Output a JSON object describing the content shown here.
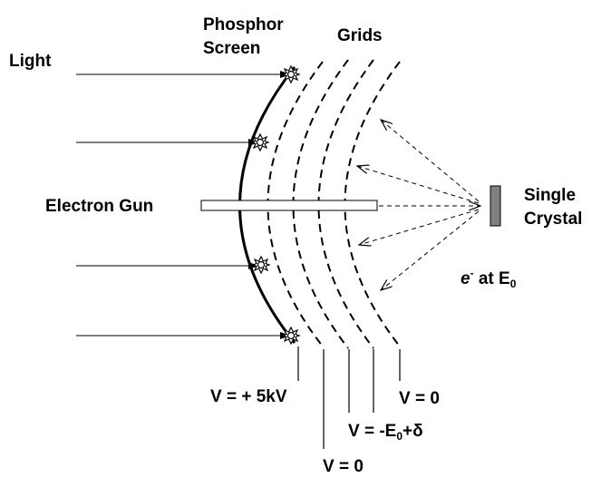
{
  "labels": {
    "light": "Light",
    "phosphor_screen_line1": "Phosphor",
    "phosphor_screen_line2": "Screen",
    "grids": "Grids",
    "electron_gun": "Electron Gun",
    "single_crystal_line1": "Single",
    "single_crystal_line2": "Crystal",
    "electron_beam": {
      "symbol": "e",
      "superscript": "-",
      "middle": " at E",
      "subscript": "0"
    },
    "v_screen": "V = + 5kV",
    "v_inner_grid": "V = 0",
    "v_middle_grids": {
      "prefix": "V = -E",
      "subscript": "0",
      "suffix": "+δ"
    },
    "v_outer_grid": "V = 0"
  },
  "colors": {
    "ink": "#000000",
    "crystal": "#808080",
    "background": "#ffffff"
  },
  "icons": {
    "phosphor_spot": "sunburst-icon",
    "light_arrow": "arrow-left-icon"
  }
}
